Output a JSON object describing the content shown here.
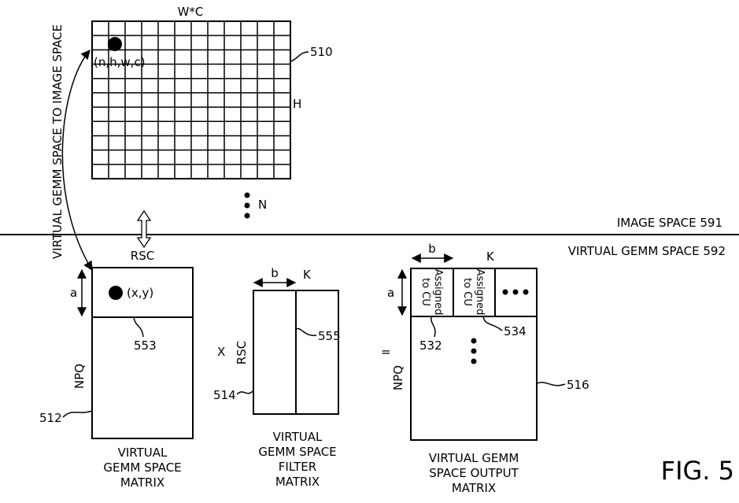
{
  "image_grid": {
    "top_label": "W*C",
    "side_label": "H",
    "ref": "510",
    "element_label": "(n,h,w,c)",
    "batch_label": "N",
    "rows": 11,
    "cols": 12
  },
  "side_note": "VIRTUAL GEMM SPACE TO IMAGE SPACE",
  "spaces": {
    "image": "IMAGE SPACE  591",
    "virtual": "VIRTUAL GEMM SPACE 592"
  },
  "gemm_matrix": {
    "top_label": "RSC",
    "height_label": "a",
    "element_label": "(x,y)",
    "ref_top": "553",
    "side_label": "NPQ",
    "ref": "512",
    "caption": [
      "VIRTUAL",
      "GEMM SPACE",
      "MATRIX"
    ]
  },
  "operators": {
    "times": "X",
    "equals": "="
  },
  "filter_matrix": {
    "width_label": "b",
    "top_label": "K",
    "side_label": "RSC",
    "ref_col": "555",
    "ref": "514",
    "caption": [
      "VIRTUAL",
      "GEMM SPACE",
      "FILTER",
      "MATRIX"
    ]
  },
  "output_matrix": {
    "width_label": "b",
    "top_label": "K",
    "height_label": "a",
    "cell1": [
      "Assigned",
      "to CU"
    ],
    "cell2": [
      "Assigned",
      "to CU"
    ],
    "ref1": "532",
    "ref2": "534",
    "side_label": "NPQ",
    "ref": "516",
    "caption": [
      "VIRTUAL GEMM",
      "SPACE OUTPUT",
      "MATRIX"
    ]
  },
  "figure_label": "FIG. 5"
}
